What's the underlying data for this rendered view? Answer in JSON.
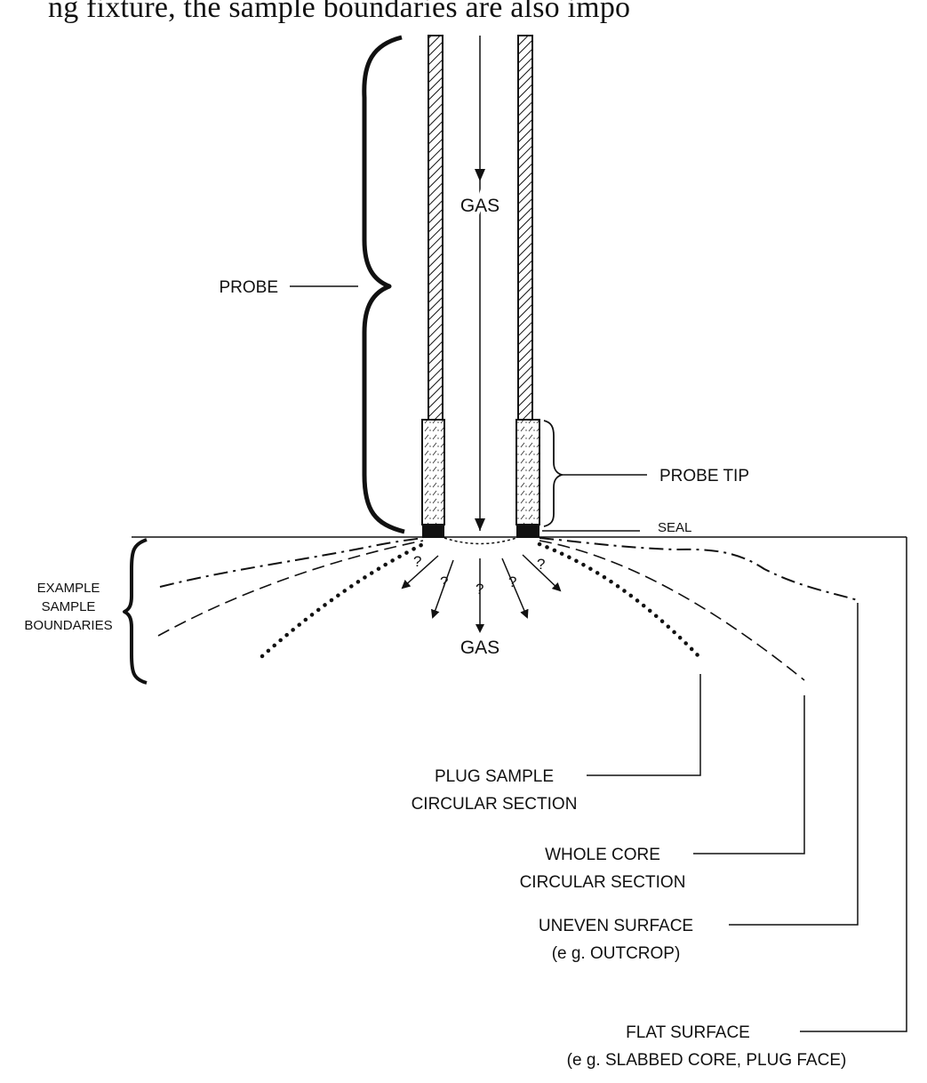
{
  "header_text": "ng fixture, the sample boundaries are also impo",
  "labels": {
    "probe": "PROBE",
    "probe_tip": "PROBE TIP",
    "seal": "SEAL",
    "gas_in": "GAS",
    "gas_out": "GAS",
    "question_mark": "?",
    "example_line1": "EXAMPLE",
    "example_line2": "SAMPLE",
    "example_line3": "BOUNDARIES",
    "plug_line1": "PLUG SAMPLE",
    "plug_line2": "CIRCULAR SECTION",
    "whole_line1": "WHOLE CORE",
    "whole_line2": "CIRCULAR SECTION",
    "uneven_line1": "UNEVEN SURFACE",
    "uneven_line2": "(e g. OUTCROP)",
    "flat_line1": "FLAT SURFACE",
    "flat_line2": "(e g. SLABBED CORE, PLUG FACE)"
  },
  "colors": {
    "ink": "#111111",
    "background": "#ffffff"
  }
}
